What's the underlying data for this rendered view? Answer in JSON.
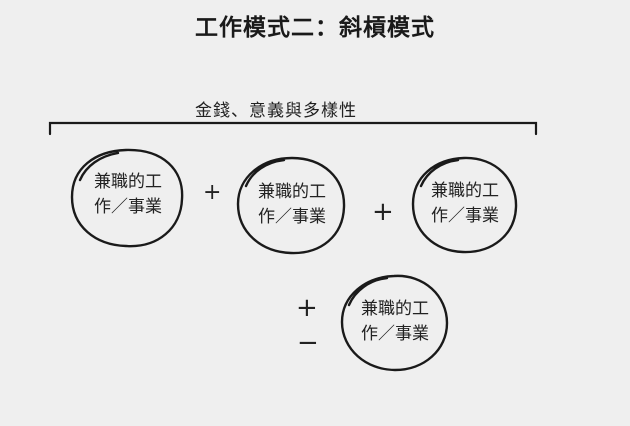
{
  "title": "工作模式二：斜槓模式",
  "brace_label": "金錢、意義與多樣性",
  "circles": [
    {
      "line1": "兼職的工",
      "line2": "作／事業"
    },
    {
      "line1": "兼職的工",
      "line2": "作／事業"
    },
    {
      "line1": "兼職的工",
      "line2": "作／事業"
    },
    {
      "line1": "兼職的工",
      "line2": "作／事業"
    }
  ],
  "operators": [
    "+",
    "+",
    "+",
    "−"
  ]
}
